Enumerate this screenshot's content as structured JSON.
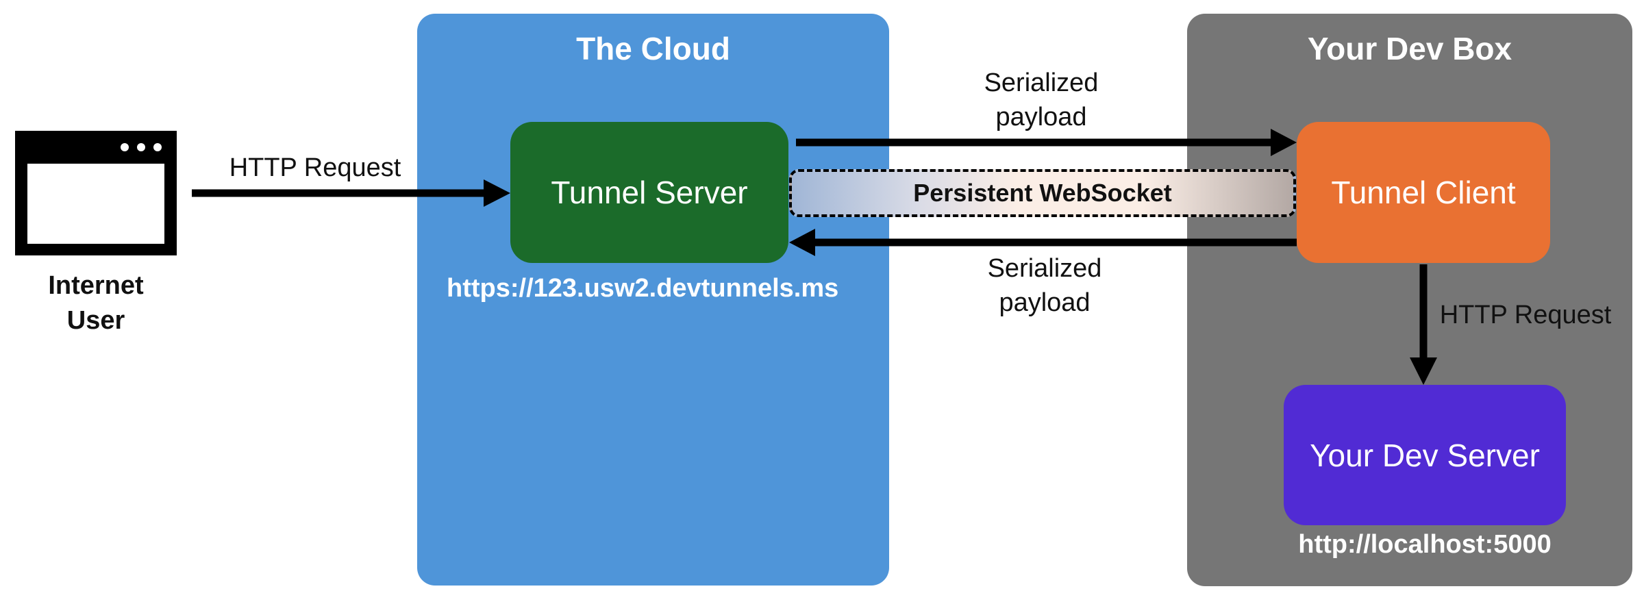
{
  "colors": {
    "cloud_panel": "#4f95d9",
    "devbox_panel": "#767676",
    "tunnel_server": "#1b6b2a",
    "tunnel_client": "#e97132",
    "dev_server": "#512bd4",
    "arrow": "#000000",
    "websocket_left": "#a0b6d6",
    "websocket_mid": "#fbeee6",
    "websocket_right": "#b3a8a4"
  },
  "internet_user": {
    "icon": "browser-window-icon",
    "label_line1": "Internet",
    "label_line2": "User"
  },
  "cloud": {
    "title": "The Cloud",
    "tunnel_server": "Tunnel Server",
    "url": "https://123.usw2.devtunnels.ms"
  },
  "dev_box": {
    "title": "Your Dev Box",
    "tunnel_client": "Tunnel Client",
    "dev_server": "Your Dev Server",
    "url": "http://localhost:5000"
  },
  "connections": {
    "user_to_server": "HTTP Request",
    "server_to_client_line1": "Serialized",
    "server_to_client_line2": "payload",
    "websocket": "Persistent WebSocket",
    "client_to_server_line1": "Serialized",
    "client_to_server_line2": "payload",
    "client_to_devserver": "HTTP Request"
  }
}
